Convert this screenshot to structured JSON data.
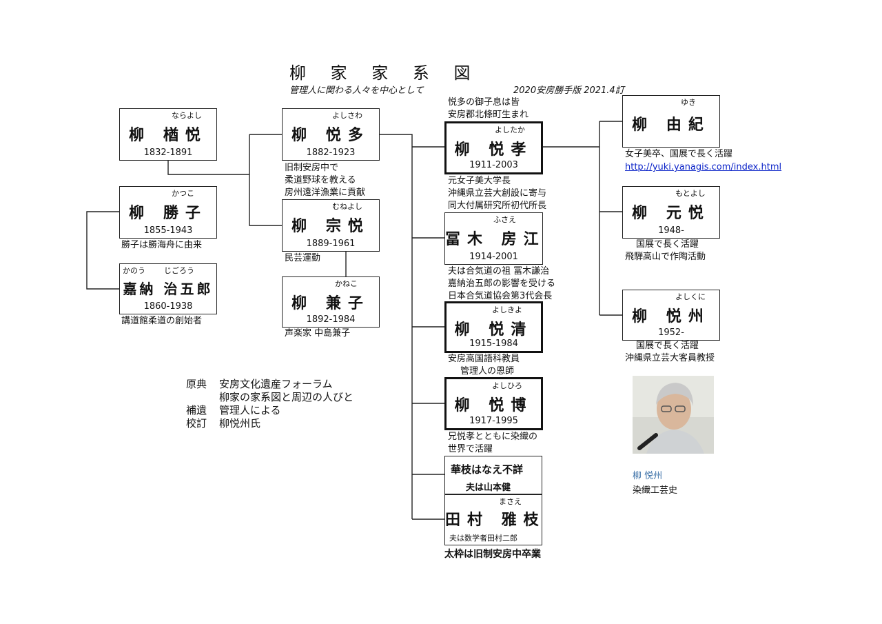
{
  "header": {
    "title": "柳 家 家 系 図",
    "subtitle": "管理人に関わる人々を中心として",
    "edition": "2020安房勝手版 2021.4訂"
  },
  "people": {
    "narayoshi": {
      "kana": "ならよし",
      "name": "柳 楢悦",
      "years": "1832-1891"
    },
    "katsuko": {
      "kana": "かつこ",
      "name": "柳 勝子",
      "years": "1855-1943",
      "note": "勝子は勝海舟に由来"
    },
    "kano": {
      "kana1": "かのう",
      "kana2": "じごろう",
      "name": "嘉納 治五郎",
      "years": "1860-1938",
      "note": "講道館柔道の創始者"
    },
    "yoshisawa": {
      "kana": "よしさわ",
      "name": "柳 悦多",
      "years": "1882-1923",
      "notes": [
        "旧制安房中で",
        "柔道野球を教える",
        "房州遠洋漁業に貢献"
      ]
    },
    "muneyoshi": {
      "kana": "むねよし",
      "name": "柳 宗悦",
      "years": "1889-1961",
      "note": "民芸運動"
    },
    "kaneko": {
      "kana": "かねこ",
      "name": "柳 兼子",
      "years": "1892-1984",
      "note": "声楽家 中島兼子"
    },
    "yoshitaka": {
      "kana": "よしたか",
      "name": "柳 悦孝",
      "years": "1911-2003",
      "above": [
        "悦多の御子息は皆",
        "安房郡北條町生まれ"
      ],
      "notes": [
        "元女子美大学長",
        "沖縄県立芸大創設に寄与",
        "同大付属研究所初代所長"
      ]
    },
    "fusae": {
      "kana": "ふさえ",
      "name": "冨木 房江",
      "years": "1914-2001",
      "notes": [
        "夫は合気道の祖 冨木謙治",
        "嘉納治五郎の影響を受ける",
        "日本合気道協会第3代会長"
      ]
    },
    "yoshikiyo": {
      "kana": "よしきよ",
      "name": "柳 悦清",
      "years": "1915-1984",
      "notes": [
        "安房高国語科教員",
        "管理人の恩師"
      ]
    },
    "yoshihiro": {
      "kana": "よしひろ",
      "name": "柳 悦博",
      "years": "1917-1995",
      "notes": [
        "兄悦孝とともに染織の",
        "世界で活躍"
      ]
    },
    "hanae": {
      "line1": "華枝はなえ不詳",
      "line2": "夫は山本健"
    },
    "masae": {
      "kana": "まさえ",
      "name": "田村 雅枝",
      "note": "夫は数学者田村二郎"
    },
    "yuki": {
      "kana": "ゆき",
      "name": "柳 由紀",
      "note": "女子美卒、国展で長く活躍",
      "link": "http://yuki.yanagis.com/index.html"
    },
    "motoyoshi": {
      "kana": "もとよし",
      "name": "柳 元悦",
      "years": "1948-",
      "notes": [
        "国展で長く活躍",
        "飛騨高山で作陶活動"
      ]
    },
    "yoshikuni": {
      "kana": "よしくに",
      "name": "柳 悦州",
      "years": "1952-",
      "notes": [
        "国展で長く活躍",
        "沖縄県立芸大客員教授"
      ]
    }
  },
  "source": {
    "rows": [
      {
        "label": "原典",
        "text": "安房文化遺産フォーラム"
      },
      {
        "label": "",
        "text": "柳家の家系図と周辺の人びと"
      },
      {
        "label": "補遺",
        "text": "管理人による"
      },
      {
        "label": "校訂",
        "text": "柳悦州氏"
      }
    ]
  },
  "photo_caption": {
    "name": "柳 悦州",
    "role": "染織工芸史"
  },
  "footer": "太枠は旧制安房中卒業"
}
